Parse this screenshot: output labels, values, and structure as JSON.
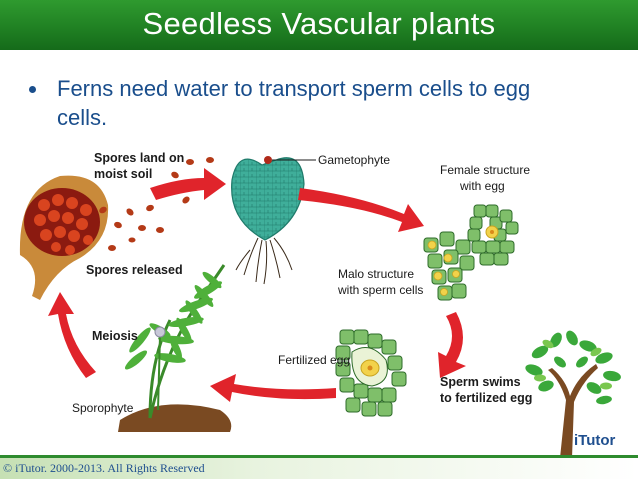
{
  "title": "Seedless Vascular plants",
  "bullet": "Ferns need water to transport sperm cells to egg cells.",
  "diagram": {
    "labels": {
      "spores_land_line1": "Spores land on",
      "spores_land_line2": "moist soil",
      "gametophyte": "Gametophyte",
      "female_line1": "Female structure",
      "female_line2": "with egg",
      "male_line1": "Malo structure",
      "male_line2": "with sperm cells",
      "spores_released": "Spores released",
      "meiosis": "Meiosis",
      "fertilized_egg": "Fertilized egg",
      "sperm_line1": "Sperm swims",
      "sperm_line2": "to fertilized egg",
      "sporophyte": "Sporophyte"
    }
  },
  "footer": {
    "copyright": "© iTutor. 2000-2013. All Rights Reserved",
    "brand": "iTutor"
  },
  "colors": {
    "title_bar": "#1f7f22",
    "bullet_text": "#1a4e8c",
    "arrow": "#e0242b",
    "leaf": "#3aa83a"
  }
}
